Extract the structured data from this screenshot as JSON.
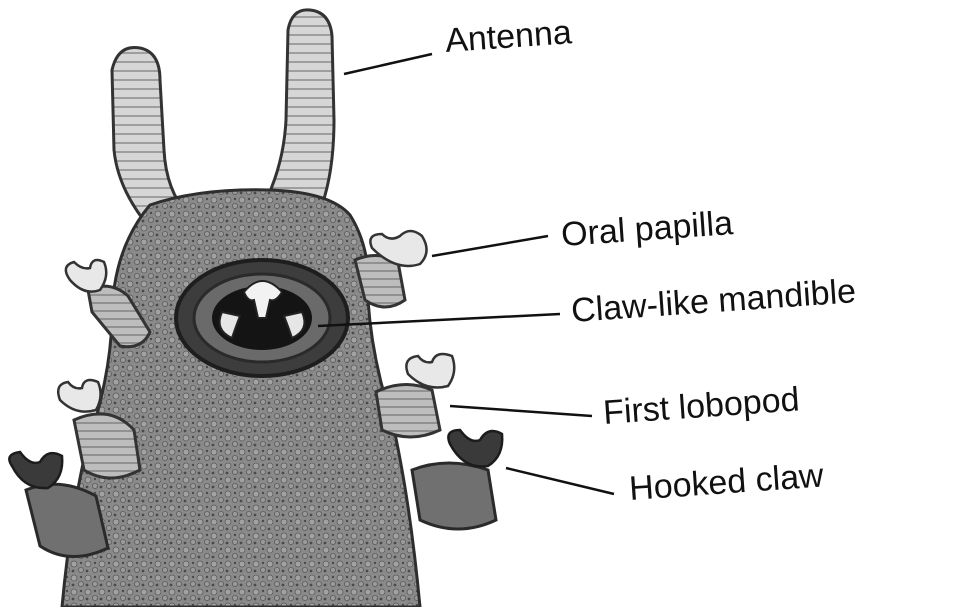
{
  "diagram": {
    "labels": {
      "antenna": "Antenna",
      "oral_papilla": "Oral papilla",
      "mandible": "Claw-like mandible",
      "lobopod": "First lobopod",
      "claw": "Hooked claw"
    },
    "colors": {
      "background": "#ffffff",
      "body_fill": "#8a8a8a",
      "body_dark": "#5c5c5c",
      "antenna_fill": "#d4d4d4",
      "leg_fill": "#bdbdbd",
      "claw_dark": "#3a3a3a",
      "leader_line": "#111111",
      "text": "#111111"
    }
  }
}
